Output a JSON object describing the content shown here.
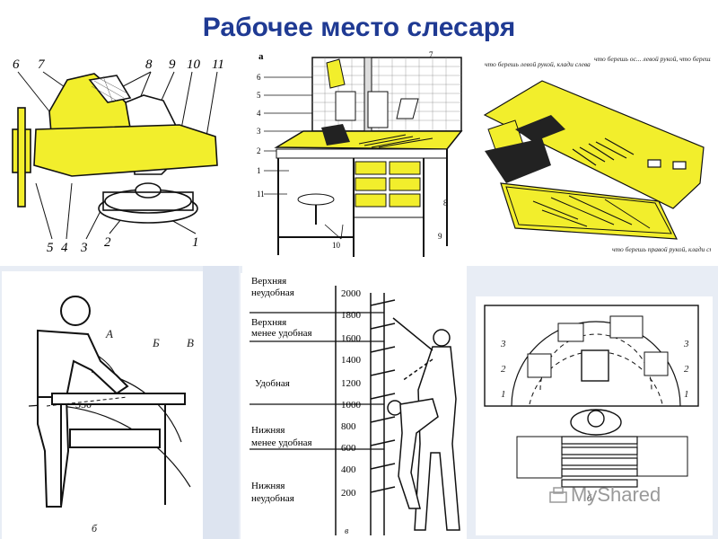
{
  "title": "Рабочее место слесаря",
  "colors": {
    "title": "#1f3a93",
    "yellow": "#f2ee2c",
    "line": "#111111",
    "watermark": "#9a9a9a"
  },
  "panel_vise": {
    "labels_top": [
      "6",
      "7",
      "8",
      "9",
      "10",
      "11"
    ],
    "labels_bottom": [
      "5",
      "4",
      "3",
      "2",
      "1"
    ]
  },
  "panel_workbench": {
    "letter": "а",
    "side_labels": [
      "6",
      "5",
      "4",
      "3",
      "2",
      "1",
      "11"
    ],
    "right_labels": [
      "7",
      "8",
      "9"
    ],
    "bottom_label": "10"
  },
  "panel_layout": {
    "note_left": "что берешь левой рукой, клади слева",
    "note_mid": "что берешь ос... левой рукой, что берешь чаще, клади ближе",
    "note_right": "что берешь правой рукой, клади справа"
  },
  "panel_worker": {
    "zone_labels": [
      "А",
      "Б",
      "В"
    ],
    "distance": "350",
    "letter": "б"
  },
  "panel_heights": {
    "zones": [
      "Верхняя неудобная",
      "Верхняя менее удобная",
      "Удобная",
      "Нижняя менее удобная",
      "Нижняя неудобная"
    ],
    "scale": [
      "2000",
      "1800",
      "1600",
      "1400",
      "1200",
      "1000",
      "800",
      "600",
      "400",
      "200"
    ],
    "letter": "в"
  },
  "panel_plan": {
    "labels_left": [
      "3",
      "2",
      "1"
    ],
    "labels_right": [
      "3",
      "2",
      "1"
    ],
    "letter": "б"
  },
  "watermark": "MyShared"
}
